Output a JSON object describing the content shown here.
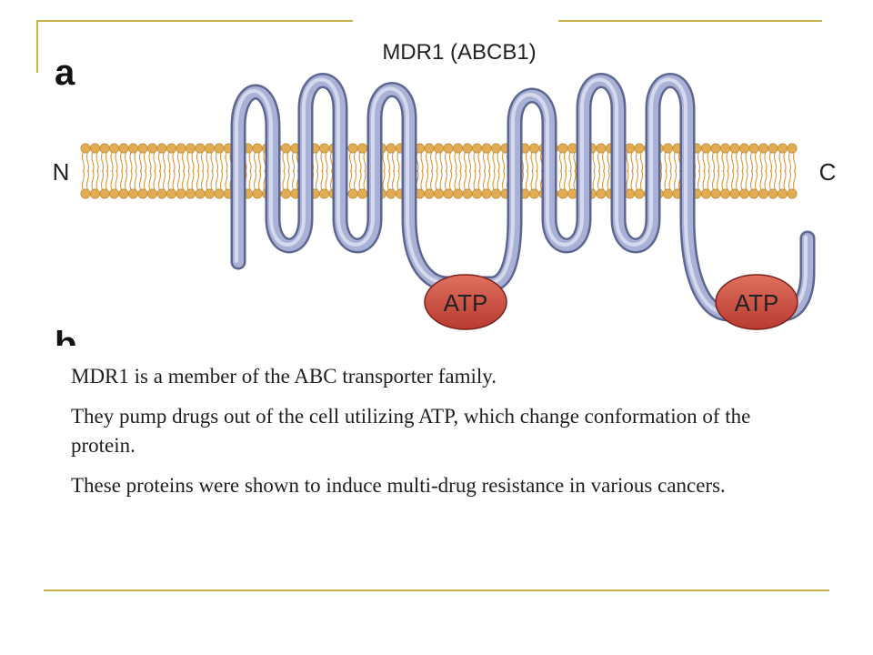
{
  "figure": {
    "title": "MDR1 (ABCB1)",
    "panel_label_top": "a",
    "panel_label_bottom": "b",
    "n_terminus": "N",
    "c_terminus": "C",
    "atp_left": "ATP",
    "atp_right": "ATP"
  },
  "caption": {
    "line1": "MDR1 is a member of the ABC transporter family.",
    "line2": "They pump drugs out of the cell utilizing ATP, which change conformation of the protein.",
    "line3": "These proteins were shown to induce multi-drug resistance in various cancers."
  },
  "colors": {
    "lipid_head": "#e2ad52",
    "lipid_tail": "#d59a3a",
    "protein": "#a9b1d6",
    "protein_outline": "#5d6690",
    "atp_fill": "#c94b3f",
    "rule": "#c8b24a"
  }
}
